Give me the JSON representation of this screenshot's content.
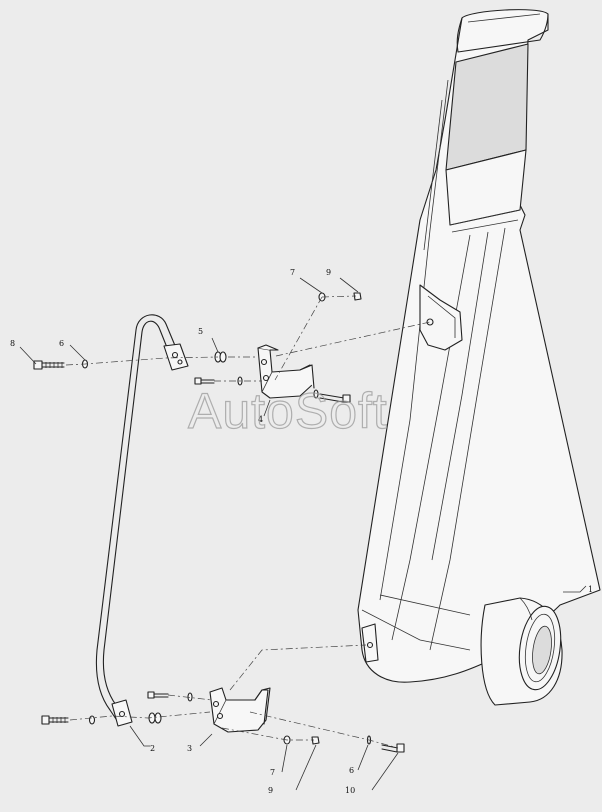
{
  "diagram": {
    "watermark": "AutoSoft",
    "callouts": [
      {
        "id": "c1",
        "label": "1"
      },
      {
        "id": "c2",
        "label": "2"
      },
      {
        "id": "c3",
        "label": "3"
      },
      {
        "id": "c4",
        "label": "4"
      },
      {
        "id": "c5",
        "label": "5"
      },
      {
        "id": "c6a",
        "label": "6"
      },
      {
        "id": "c6b",
        "label": "6"
      },
      {
        "id": "c7a",
        "label": "7"
      },
      {
        "id": "c7b",
        "label": "7"
      },
      {
        "id": "c8",
        "label": "8"
      },
      {
        "id": "c9a",
        "label": "9"
      },
      {
        "id": "c9b",
        "label": "9"
      },
      {
        "id": "c10",
        "label": "10"
      }
    ]
  }
}
